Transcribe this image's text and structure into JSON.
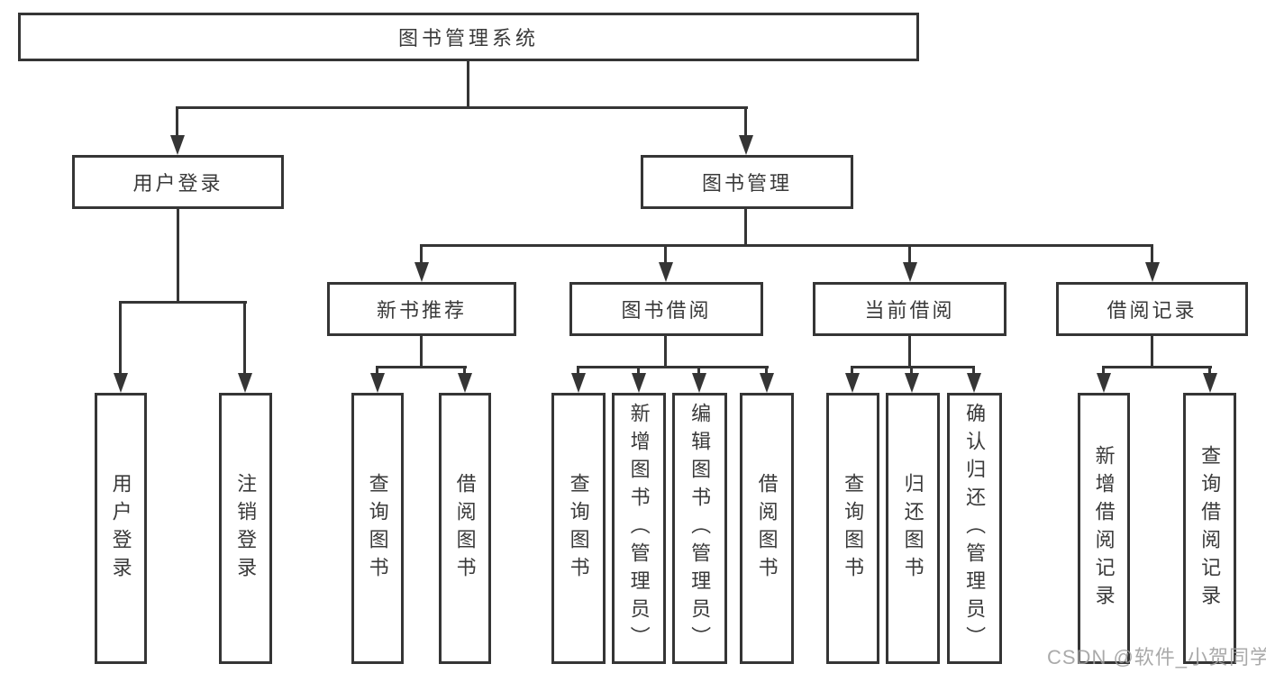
{
  "nodes": {
    "root": "图书管理系统",
    "level2": {
      "user_login": "用户登录",
      "book_mgmt": "图书管理"
    },
    "level3": {
      "new_books": "新书推荐",
      "borrowing": "图书借阅",
      "current": "当前借阅",
      "records": "借阅记录"
    }
  },
  "leaves": {
    "g1": [
      "用户登录",
      "注销登录"
    ],
    "g2": [
      "查询图书",
      "借阅图书"
    ],
    "g3": [
      "查询图书",
      "新增图书（管理员）",
      "编辑图书（管理员）",
      "借阅图书"
    ],
    "g4": [
      "查询图书",
      "归还图书",
      "确认归还（管理员）"
    ],
    "g5": [
      "新增借阅记录",
      "查询借阅记录"
    ]
  },
  "watermark": "CSDN @软件_小贺同学",
  "colors": {
    "line": "#353535",
    "text": "#3a3a3a",
    "watermark": "#9e9e9e",
    "background": "#ffffff"
  }
}
